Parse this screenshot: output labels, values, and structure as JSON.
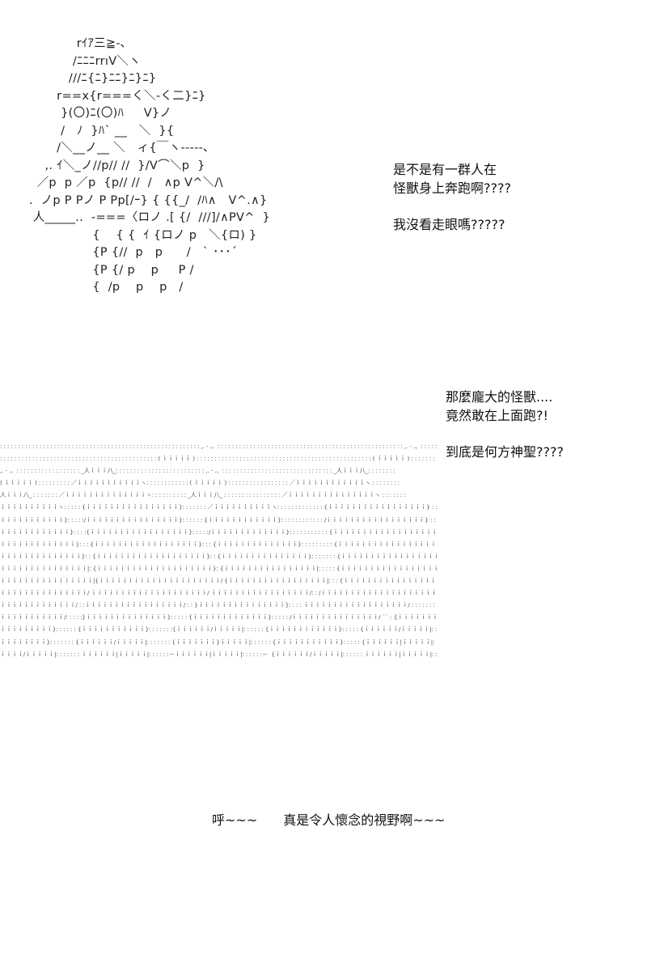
{
  "panel1": {
    "character_art": [
      "              rｲｱ三≧-､",
      "             /ﾆﾆﾆrrıV＼ヽ",
      "            ///ﾆ{ﾆ}ﾆﾆ}ﾆ}ﾆ}",
      "         r==x{r===く＼-く二}ﾆ}",
      "          }(〇)ﾆ(〇)ﾊ     V}ノ",
      "          /   ﾉ  }ﾊ` __   ＼  }{",
      "         /＼__ノ__ ＼   ィ{￣ヽ-----､",
      "      ,. ｲ＼_ノ//p// //  }/V⌒＼p  }",
      "    ／p  p ／p  {p// //  /   ∧p V^＼/\\",
      "  .  ノp P Pノ P Pp[/ｰ} { {{_/  /ﾊ∧   V^.∧}",
      "   人_____..  -===〈ロノ .[ {/  ///]/∧PV^  }",
      "                  {    { {  ｲ {ロノ p   ＼{ロ) }",
      "                  {P {//  p   p      /   ` ･･･´",
      "                  {P {/ p    p     P /",
      "                  {  /p    p    p   /"
    ],
    "dialogue": [
      "是不是有一群人在",
      "怪獸身上奔跑啊????",
      "我沒看走眼嗎?????"
    ]
  },
  "panel2": {
    "dialogue": [
      "那麼龐大的怪獸....",
      "竟然敢在上面跑?!",
      "到底是何方神聖????"
    ],
    "crowd_art": [
      ": : : : : : : : : : : : : : : : : : : : : : : : : : : : : : : : : : : : : : : : : : : : : : : : : : : : : : : : ,. - .、: : : : : : : : : : : : : : : : : : : : : : : : : : : : : : : : : : : : : : : : : : : : : : : : : : : : ,. - .、: : : : : : : :",
      ": : : : : : : : : : : : : : : : : : : : : : : : : : : : : : : : : : : : : : : : : : : : ( ｉｉｉｉｉ ) : : : : : : : : : : : : : : : : : : : : : : : : : : : : : : : : : : : : : : : : : : : : : : : : : ( ｉｉｉｉｉ ) : : : : : : : :",
      ",. - .、: : : : : : : : : : : : : : : : : : _人ｉｉｉ八_: : : : : : : : : : : : : : : : : : : : : : : : : ,. - .、: : : : : : : : : : : : : : : : : : : : : : : : : : : : : : : _人ｉｉｉ八_: : : : : : : : ",
      "( ｉｉｉｉｉ ) : : : : : : : : : ／ｉｉｉｉｉｉｉｉｉｉｉヽ: : : : : : : : : : : : ( ｉｉｉｉｉ ) : : : : : : : : : : : : : : : : : ／ｉｉｉｉｉｉｉｉｉｉｉｉヽ : : : : : : : :",
      "人ｉｉｉ八_ : : : : : : : ／ｉｉｉｉｉｉｉｉｉｉｉｉｉｉヽ: : : : : : : : : : _人ｉｉｉ八_ : : : : : : : : : : : : : : : : ／ｉｉｉｉｉｉｉｉｉｉｉｉｉｉｉヽ : : : : : : :",
      "ｉｉｉｉｉｉｉｉｉｉヽ: : : : : {ｉｉｉｉｉｉｉｉｉｉｉｉｉｉｉｉ}: : : : : : : ／ｉｉｉｉｉｉｉｉｉｉヽ: : : : : : : : : : : : : {ｉｉｉｉｉｉｉｉｉｉｉｉｉｉｉｉｉ} : : : : : : :",
      "ｉｉｉｉｉｉｉｉｉｉｉ}: : : : :/ｉｉｉｉｉｉｉｉｉｉｉｉｉｉｉｉ}: : : : : : {ｉｉｉｉｉｉｉｉｉｉｉｉ}: : : : : : : : : : : : /ｉｉｉｉｉｉｉｉｉｉｉｉｉｉｉｉｉ} : : : : : : :",
      "ｉｉｉｉｉｉｉｉｉｉｉｉ}: : : :{ｉｉｉｉｉｉｉｉｉｉｉｉｉｉｉｉｉ}: : : : :/ｉｉｉｉｉｉｉｉｉｉｉｉｉ}: : : : : : : : : : : {ｉｉｉｉｉｉｉｉｉｉｉｉｉｉｉｉｉｉ} : : : : : : :",
      "ｉｉｉｉｉｉｉｉｉｉｉｉｉ}: : : {ｉｉｉｉｉｉｉｉｉｉｉｉｉｉｉｉｉｉ}: : : {ｉｉｉｉｉｉｉｉｉｉｉｉｉｉ}: : : : : : : : : {ｉｉｉｉｉｉｉｉｉｉｉｉｉｉｉｉｉｉｉ}: : : : : : :",
      "ｉｉｉｉｉｉｉｉｉｉｉｉｉｉ}: : {ｉｉｉｉｉｉｉｉｉｉｉｉｉｉｉｉｉｉｉ}: : {ｉｉｉｉｉｉｉｉｉｉｉｉｉｉｉ}: : : : : : : {ｉｉｉｉｉｉｉｉｉｉｉｉｉｉｉｉｉｉｉｉ}: : : : : : :",
      "ｉｉｉｉｉｉｉｉｉｉｉｉｉｉｉ|: {ｉｉｉｉｉｉｉｉｉｉｉｉｉｉｉｉｉｉｉｉ}: {ｉｉｉｉｉｉｉｉｉｉｉｉｉｉｉｉ|: : : : : {ｉｉｉｉｉｉｉｉｉｉｉｉｉｉｉｉｉｉｉｉｉ}: : : : : : :",
      "ｉｉｉｉｉｉｉｉｉｉｉｉｉｉｉｉ|{ｉｉｉｉｉｉｉｉｉｉｉｉｉｉｉｉｉｉｉｉｉ/ {ｉｉｉｉｉｉｉｉｉｉｉｉｉｉｉｉｉ|: : : {ｉｉｉｉｉｉｉｉｉｉｉｉｉｉｉｉｉｉｉｉｉｉ/: : : : : : :",
      "ｉｉｉｉｉｉｉｉｉｉｉｉｉｉｉ/ ｉｉｉｉｉｉｉｉｉｉｉｉｉｉｉｉｉｉｉｉ/ ｉｉｉｉｉｉｉｉｉｉｉｉｉｉｉｉｉ/: : /ｉｉｉｉｉｉｉｉｉｉｉｉｉｉｉｉｉｉｉｉｉ/: : : : : : : :",
      "ｉｉｉｉｉｉｉｉｉｉｉｉｉ/ : :ｉｉｉｉｉｉｉｉｉｉｉｉｉｉｉｉｉ/ : : }ｉｉｉｉｉｉｉｉｉｉｉｉｉｉｉ}: : : : ｉｉｉｉｉｉｉｉｉｉｉｉｉｉｉｉｉｉ/ : : : : : : : : :",
      "ｉｉｉｉｉｉｉｉｉｉｉ/: : : : :}ｉｉｉｉｉｉｉｉｉｉｉｉｉｉ}: : : : : {ｉｉｉｉｉｉｉｉｉｉｉｉｉ}: : : : : /ｉｉｉｉｉｉｉｉｉｉｉｉｉｉｉ/ ´´ : :[ｉｉｉｉｉｉｉｉｉ]: : : :",
      "ｉｉｉｉｉｉｉｉｉ}: : : : : : {ｉｉｉｉｉｉｉｉｉｉｉ}: : : : : : :{ｉｉｉｉｉｉ/ｉｉｉｉｉ|: : : : : : {ｉｉｉｉｉｉｉｉｉｉｉｉ}: : : : : {ｉｉｉｉｉｉ/ｉｉｉｉｉ|: : : : :",
      "ｉｉｉｉｉｉｉｉ}: : : : : : : {ｉｉｉｉｉｉ/ｉｉｉｉｉ|: : : : : : : {ｉｉｉｉｉｉｉ}ｉｉｉｉｉ|: : : : : : {ｉｉｉｉｉｉｉｉｉｉｉ}: : : : : {ｉｉｉｉｉｉ|ｉｉｉｉｉ|: : : : :",
      "ｉｉｉｉ/ｉｉｉｉｉ|: : : : : : : ｉｉｉｉｉｉ|ｉｉｉｉｉ|: : : : : :－ｉｉｉｉｉｉ|ｉｉｉｉｉ|: : : : : :－  {ｉｉｉｉｉｉ/ｉｉｉｉｉ|: : : : : : ｉｉｉｉｉｉ|ｉｉｉｉｉ|: : : : :"
    ]
  },
  "panel3": {
    "dialogue": "呼~~~　　真是令人懷念的視野啊~~~"
  }
}
